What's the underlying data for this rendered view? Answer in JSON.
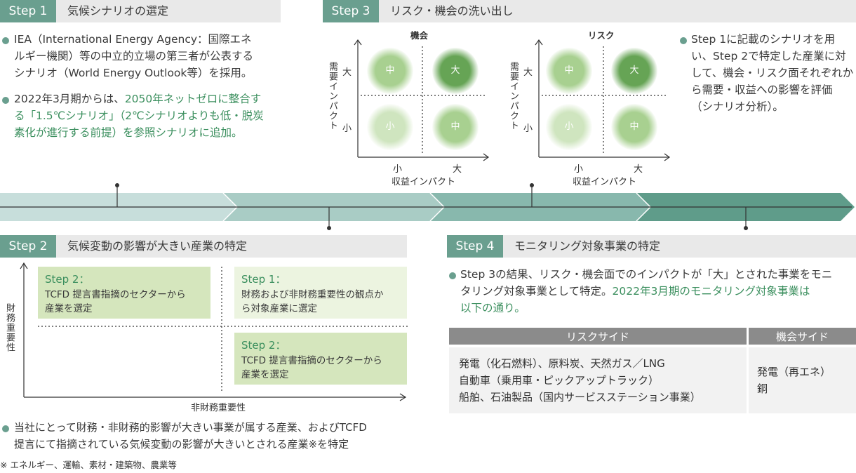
{
  "step1": {
    "tag": "Step 1",
    "title": "気候シナリオの選定",
    "p1_lines": [
      "IEA（International Energy Agency：国際エネ",
      "ルギー機関）等の中立的立場の第三者が公表する",
      "シナリオ（World Energy Outlook等）を採用。"
    ],
    "p2_l1a": "2022年3月期からは、",
    "p2_l1b": "2050年ネットゼロに整合す",
    "p2_l2": "る「1.5℃シナリオ」（2℃シナリオよりも低・脱炭",
    "p2_l3": "素化が進行する前提）を参照シナリオに追加。"
  },
  "step2": {
    "tag": "Step 2",
    "title": "気候変動の影響が大きい産業の特定",
    "y_axis": "財務重要性",
    "x_axis": "非財務重要性",
    "box_a": {
      "title": "Step 2：",
      "lines": [
        "TCFD 提言書指摘のセクターから",
        "産業を選定"
      ]
    },
    "box_b": {
      "title": "Step 1：",
      "lines": [
        "財務および非財務重要性の観点か",
        "ら対象産業に選定"
      ]
    },
    "box_c": {
      "title": "Step 2：",
      "lines": [
        "TCFD 提言書指摘のセクターから",
        "産業を選定"
      ]
    },
    "note_lines": [
      "当社にとって財務・非財務的影響が大きい事業が属する産業、およびTCFD",
      "提言にて指摘されている気候変動の影響が大きいとされる産業※を特定"
    ],
    "footnote": "※ エネルギー、運輸、素材・建築物、農業等"
  },
  "step3": {
    "tag": "Step 3",
    "title": "リスク・機会の洗い出し",
    "chart_left_title": "機会",
    "chart_right_title": "リスク",
    "y_axis": "需要インパクト",
    "x_axis": "収益インパクト",
    "high": "大",
    "low": "小",
    "cells": {
      "top_left": "中",
      "top_right": "大",
      "bottom_left": "小",
      "bottom_right": "中"
    },
    "desc_lines": [
      "Step 1に記載のシナリオを用",
      "い、Step 2で特定した産業に対",
      "して、機会・リスク面それぞれか",
      "ら需要・収益への影響を評価",
      "（シナリオ分析）。"
    ]
  },
  "step4": {
    "tag": "Step 4",
    "title": "モニタリング対象事業の特定",
    "p_l1": "Step 3の結果、リスク・機会面でのインパクトが「大」とされた事業をモニ",
    "p_l2a": "タリング対象事業として特定。",
    "p_l2b": "2022年3月期のモニタリング対象事業は",
    "p_l3": "以下の通り。",
    "table": {
      "col_risk": "リスクサイド",
      "col_opp": "機会サイド",
      "risk_lines": [
        "発電（化石燃料）、原料炭、天然ガス／LNG",
        "自動車（乗用車・ピックアップトラック）",
        "船舶、石油製品（国内サービスステーション事業）"
      ],
      "opp_lines": [
        "発電（再エネ）",
        "銅"
      ]
    }
  },
  "colors": {
    "accent": "#6a9f8f",
    "green_text": "#3b8f5e",
    "arrow_dark": "#5f9c8a",
    "arrow_light": "#c7dedb"
  }
}
